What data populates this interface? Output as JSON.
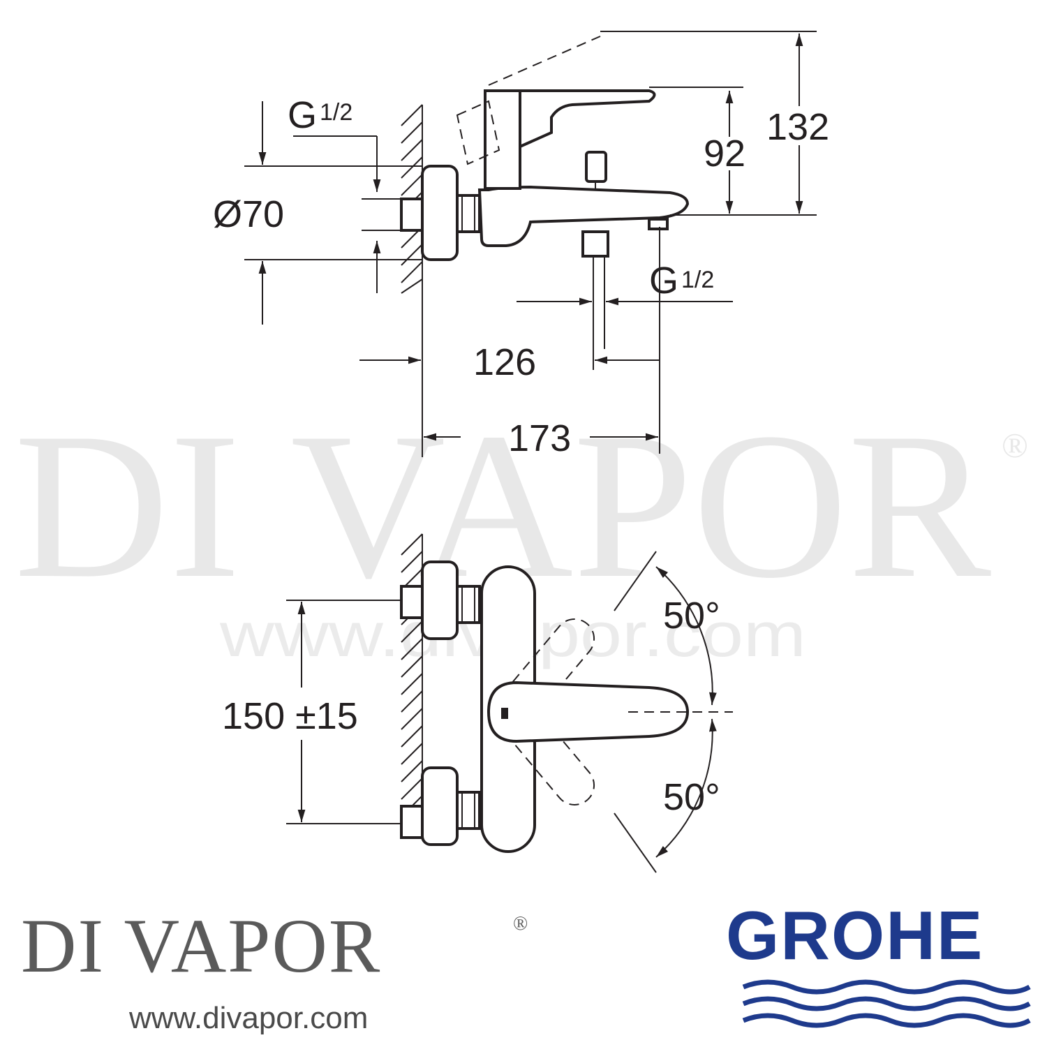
{
  "watermark": {
    "big": "DI VAPOR",
    "reg": "®",
    "url": "www.divapor.com"
  },
  "side_view": {
    "inlet_thread": {
      "main": "G",
      "fraction": "1/2"
    },
    "outlet_thread": {
      "main": "G",
      "fraction": "1/2"
    },
    "diameter": "Ø70",
    "height_spout": "92",
    "height_total": "132",
    "projection_outlet": "126",
    "projection_total": "173"
  },
  "front_view": {
    "centres": "150 ±15",
    "angle_up": "50°",
    "angle_down": "50°"
  },
  "footer": {
    "brand": "DI VAPOR",
    "brand_reg": "®",
    "url": "www.divapor.com",
    "manufacturer": "GROHE",
    "manufacturer_color": "#1e3a8c"
  }
}
